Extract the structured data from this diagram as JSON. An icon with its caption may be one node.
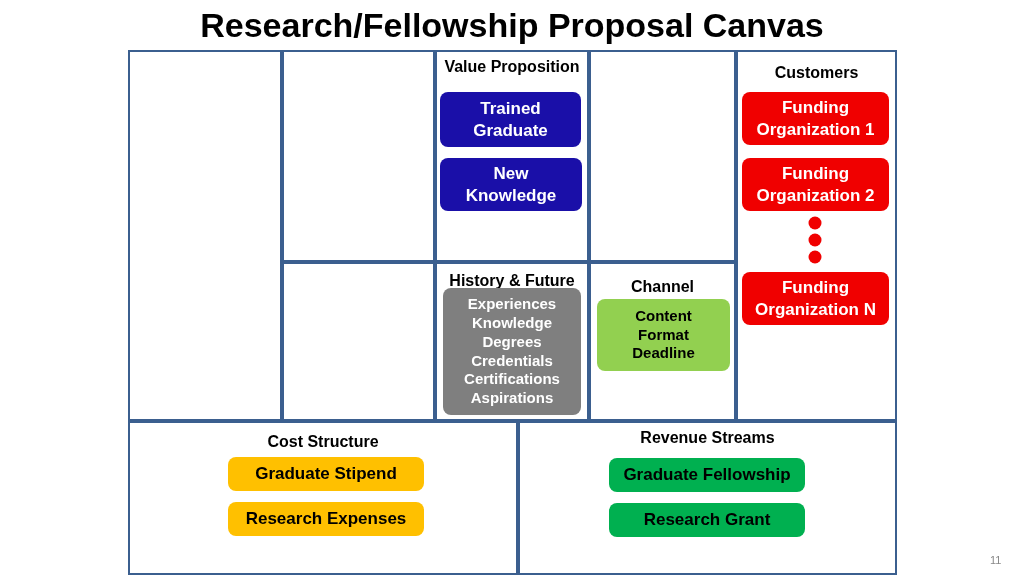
{
  "diagram": {
    "title": "Research/Fellowship Proposal Canvas",
    "nodes": [
      {
        "text": [],
        "shape": "box"
      },
      {
        "text": [],
        "shape": "box"
      },
      {
        "text": [],
        "shape": "box"
      },
      {
        "text": [
          "Value Proposition"
        ]
      },
      {
        "text": [
          "Trained Graduate"
        ],
        "in": 3
      },
      {
        "text": [
          "New Knowledge"
        ],
        "in": 3
      },
      {
        "text": [],
        "shape": "box"
      },
      {
        "text": [
          "Customers"
        ]
      },
      {
        "text": [
          "Funding Organization 1"
        ],
        "in": 7
      },
      {
        "text": [
          "Funding Organization 2"
        ],
        "in": 7
      },
      {
        "text": [
          "Funding Organization N"
        ],
        "in": 7
      },
      {
        "text": [
          "History & Future"
        ]
      },
      {
        "text": [
          "Experiences",
          "Knowledge",
          "Degrees",
          "Credentials",
          "Certifications",
          "Aspirations"
        ],
        "in": 11
      },
      {
        "text": [
          "Channel"
        ]
      },
      {
        "text": [
          "Content",
          "Format",
          "Deadline"
        ],
        "in": 13
      },
      {
        "text": [
          "Cost Structure"
        ]
      },
      {
        "text": [
          "Graduate Stipend"
        ],
        "in": 15
      },
      {
        "text": [
          "Research Expenses"
        ],
        "in": 15
      },
      {
        "text": [
          "Revenue Streams"
        ]
      },
      {
        "text": [
          "Graduate Fellowship"
        ],
        "in": 18
      },
      {
        "text": [
          "Research Grant"
        ],
        "in": 18
      }
    ],
    "edges": [],
    "labels": [
      "11"
    ]
  }
}
